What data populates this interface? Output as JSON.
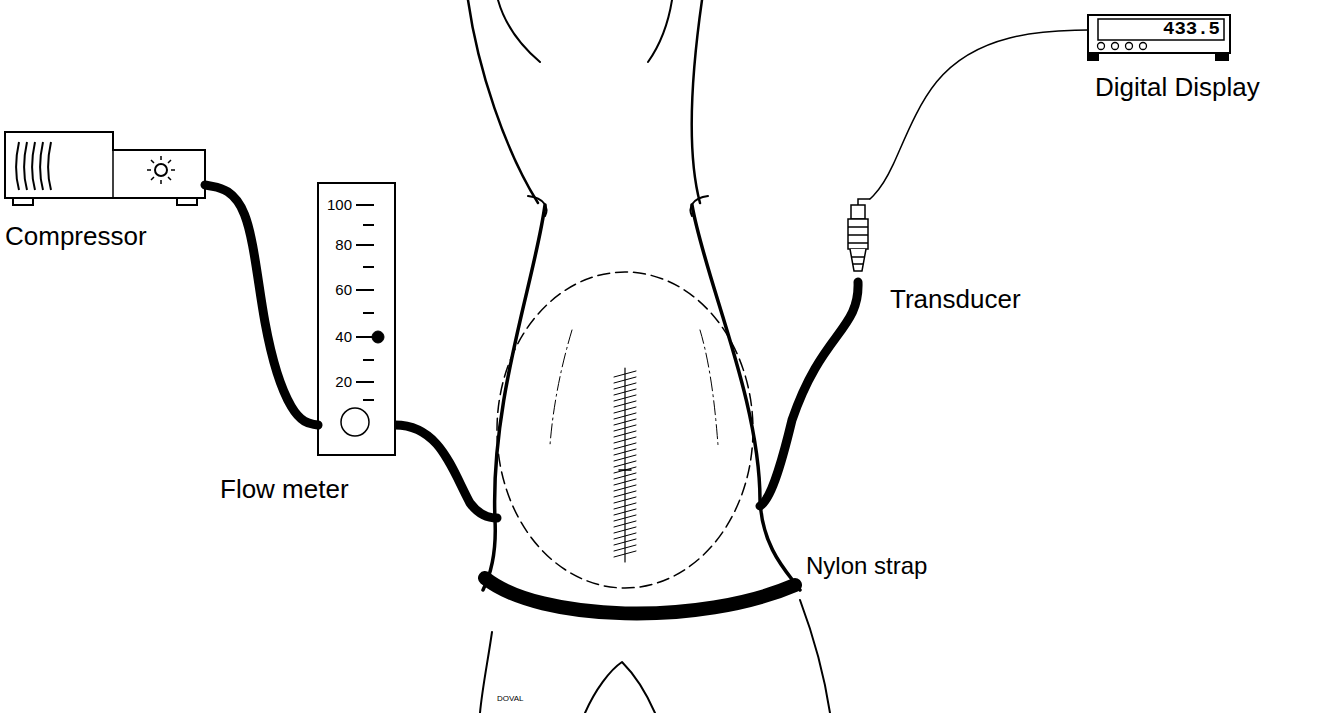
{
  "diagram": {
    "nodes": [
      {
        "text": [
          "Compressor"
        ]
      },
      {
        "text": [
          "100",
          "80",
          "60",
          "40",
          "20",
          "Flow meter"
        ]
      },
      {
        "text": [
          "433.5",
          "Digital Display"
        ]
      },
      {
        "text": [
          "Transducer"
        ]
      }
    ],
    "edges": [
      {
        "from": 0,
        "to": 1,
        "arrow": "none"
      },
      {
        "from": 3,
        "to": 2,
        "arrow": "none"
      }
    ],
    "labels": [
      "Nylon strap",
      "DOVAL"
    ]
  }
}
